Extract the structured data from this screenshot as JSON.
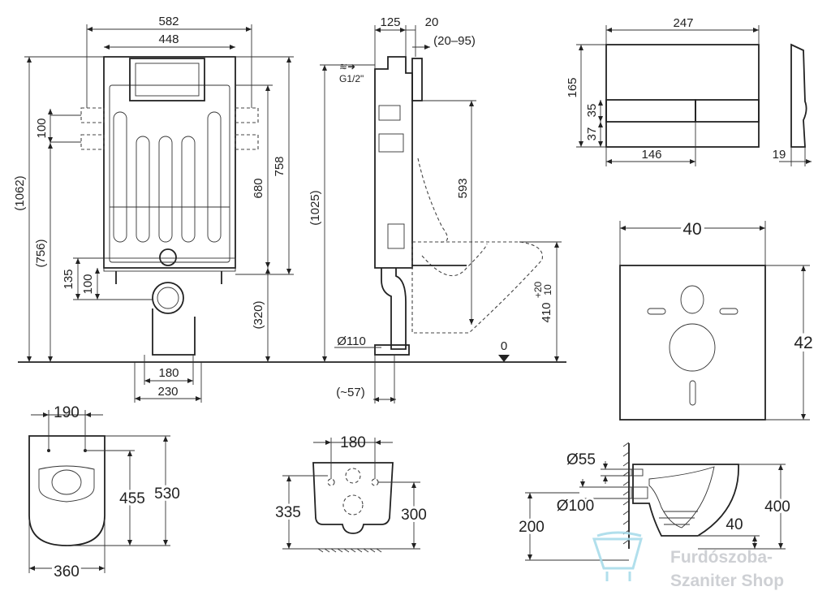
{
  "front_view": {
    "width_outer": "582",
    "width_inner": "448",
    "height_total": "(1062)",
    "height_frame": "758",
    "height_upper": "680",
    "height_lower": "(756)",
    "spacing_brackets": "100",
    "height_135": "135",
    "height_100": "100",
    "height_320": "(320)",
    "base_180": "180",
    "base_230": "230"
  },
  "side_view": {
    "depth_125": "125",
    "depth_20": "20",
    "range_20_95": "(20–95)",
    "inlet": "G1/2\"",
    "height_1025": "(1025)",
    "height_593": "593",
    "pipe_dia": "Ø110",
    "offset_57": "(~57)",
    "floor_zero": "0",
    "seat_height": "410",
    "tol_plus": "+20",
    "tol_minus": "10"
  },
  "flush_plate": {
    "width": "247",
    "height": "165",
    "h35": "35",
    "h37": "37",
    "button_width": "146",
    "thickness": "19"
  },
  "wall_panel": {
    "width": "40",
    "height": "42"
  },
  "toilet_top": {
    "bolt_spacing": "190",
    "depth_455": "455",
    "depth_530": "530",
    "width": "360"
  },
  "toilet_rear": {
    "bolt_spacing": "180",
    "height_335": "335",
    "height_300": "300"
  },
  "toilet_side": {
    "dia_55": "Ø55",
    "dia_100": "Ø100",
    "height_200": "200",
    "height_400": "400",
    "dim_40": "40"
  },
  "watermark": {
    "line1": "Furdószoba-",
    "line2": "Szaniter Shop"
  }
}
